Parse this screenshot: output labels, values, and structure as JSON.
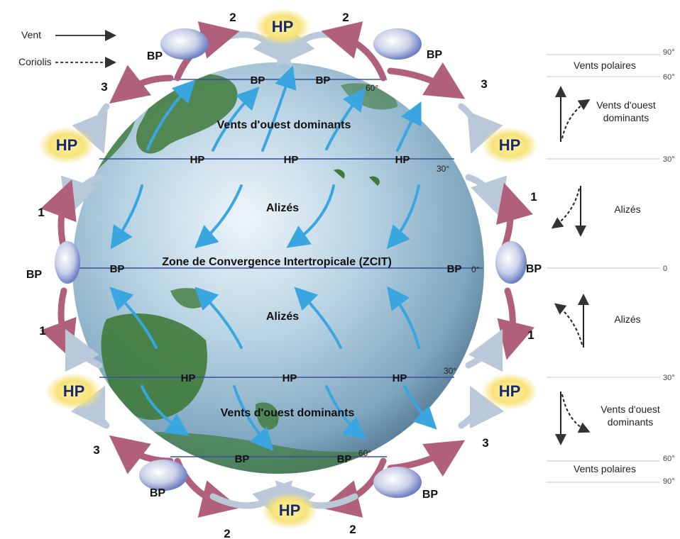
{
  "legend": {
    "wind_label": "Vent",
    "coriolis_label": "Coriolis"
  },
  "globe": {
    "lat_labels": [
      "60°",
      "30°",
      "0°",
      "30°",
      "60°"
    ],
    "zones": {
      "west_north": "Vents d'ouest dominants",
      "trades_north": "Alizés",
      "itcz": "Zone de Convergence Intertropicale (ZCIT)",
      "trades_south": "Alizés",
      "west_south": "Vents d'ouest dominants"
    },
    "inside_pressure": {
      "bp": "BP",
      "hp": "HP"
    }
  },
  "pressure_outer": {
    "hp": "HP",
    "bp": "BP"
  },
  "cell_numbers": {
    "hadley": "1",
    "ferrel": "3",
    "polar": "2"
  },
  "right_panel": {
    "ticks": [
      "90°",
      "60°",
      "30°",
      "0",
      "30°",
      "60°",
      "90°"
    ],
    "labels": {
      "polar_n": "Vents polaires",
      "west_n": "Vents d'ouest\ndominants",
      "trades_n": "Alizés",
      "trades_s": "Alizés",
      "west_s": "Vents d'ouest\ndominants",
      "polar_s": "Vents polaires"
    }
  },
  "colors": {
    "ocean": "#9fc3d8",
    "land": "#3f7a3a",
    "trade_arrow": "#3aa6e0",
    "cell_pink": "#b0607a",
    "cell_light": "#b9c9d9",
    "hp_glow": "#f7e27a",
    "bp_cloud": "#6f7fc4"
  }
}
